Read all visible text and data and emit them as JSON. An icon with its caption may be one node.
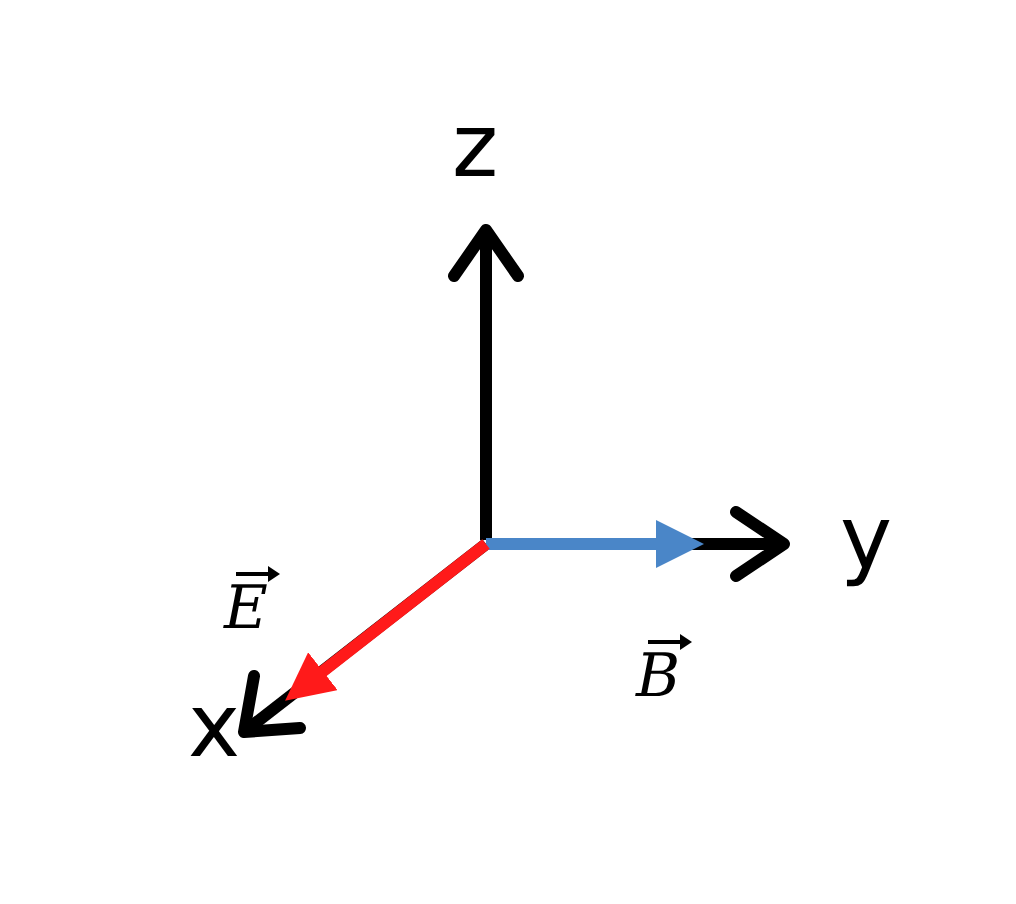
{
  "diagram": {
    "labels": [
      "z",
      "y",
      "x",
      "E",
      "B"
    ]
  }
}
